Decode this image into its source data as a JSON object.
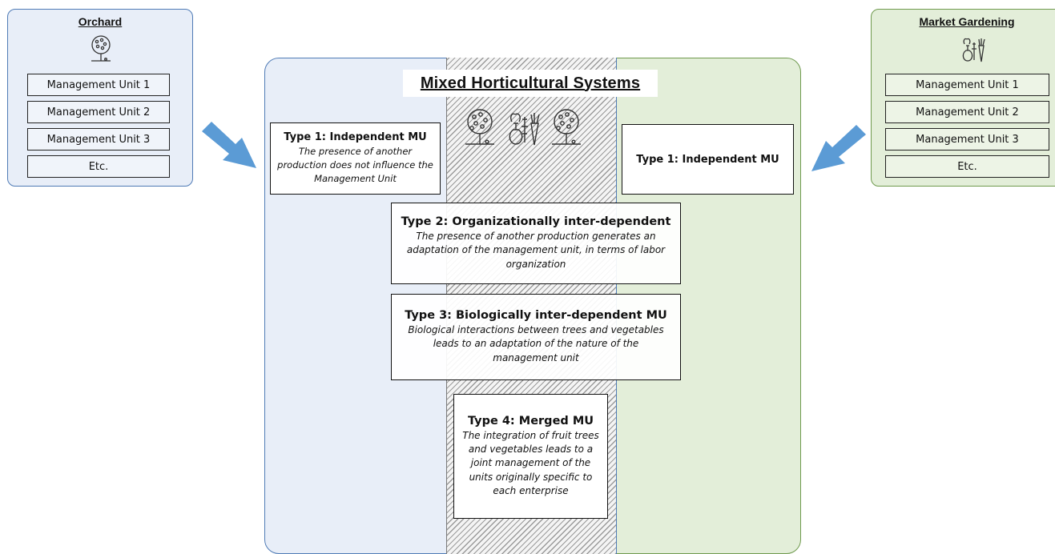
{
  "orchard_panel": {
    "title": "Orchard",
    "icon": "tree-icon",
    "items": [
      "Management Unit 1",
      "Management Unit 2",
      "Management Unit 3",
      "Etc."
    ],
    "color": "#e8eef8",
    "border_color": "#4f7bb6"
  },
  "market_panel": {
    "title": "Market Gardening",
    "icon": "vegetables-icon",
    "items": [
      "Management Unit 1",
      "Management Unit 2",
      "Management Unit 3",
      "Etc."
    ],
    "color": "#e3eed9",
    "border_color": "#6f9a4e"
  },
  "arrow_color": "#5b9bd5",
  "main": {
    "title": "Mixed Horticultural Systems",
    "center_icons": [
      "tree-icon",
      "vegetables-icon",
      "tree-icon"
    ],
    "type1_left": {
      "title": "Type 1: Independent MU",
      "desc": "The presence of another production does not influence the Management Unit"
    },
    "type1_right": {
      "title": "Type 1: Independent MU"
    },
    "type2": {
      "title": "Type 2: Organizationally inter-dependent",
      "desc": "The presence of another production generates an adaptation of the management unit, in terms of labor organization"
    },
    "type3": {
      "title": "Type 3: Biologically inter-dependent MU",
      "desc": "Biological interactions between trees and vegetables leads to an adaptation of the nature of the management unit"
    },
    "type4": {
      "title": "Type 4: Merged MU",
      "desc": "The integration of fruit trees and vegetables leads to a joint management of the units originally specific to each enterprise"
    }
  }
}
